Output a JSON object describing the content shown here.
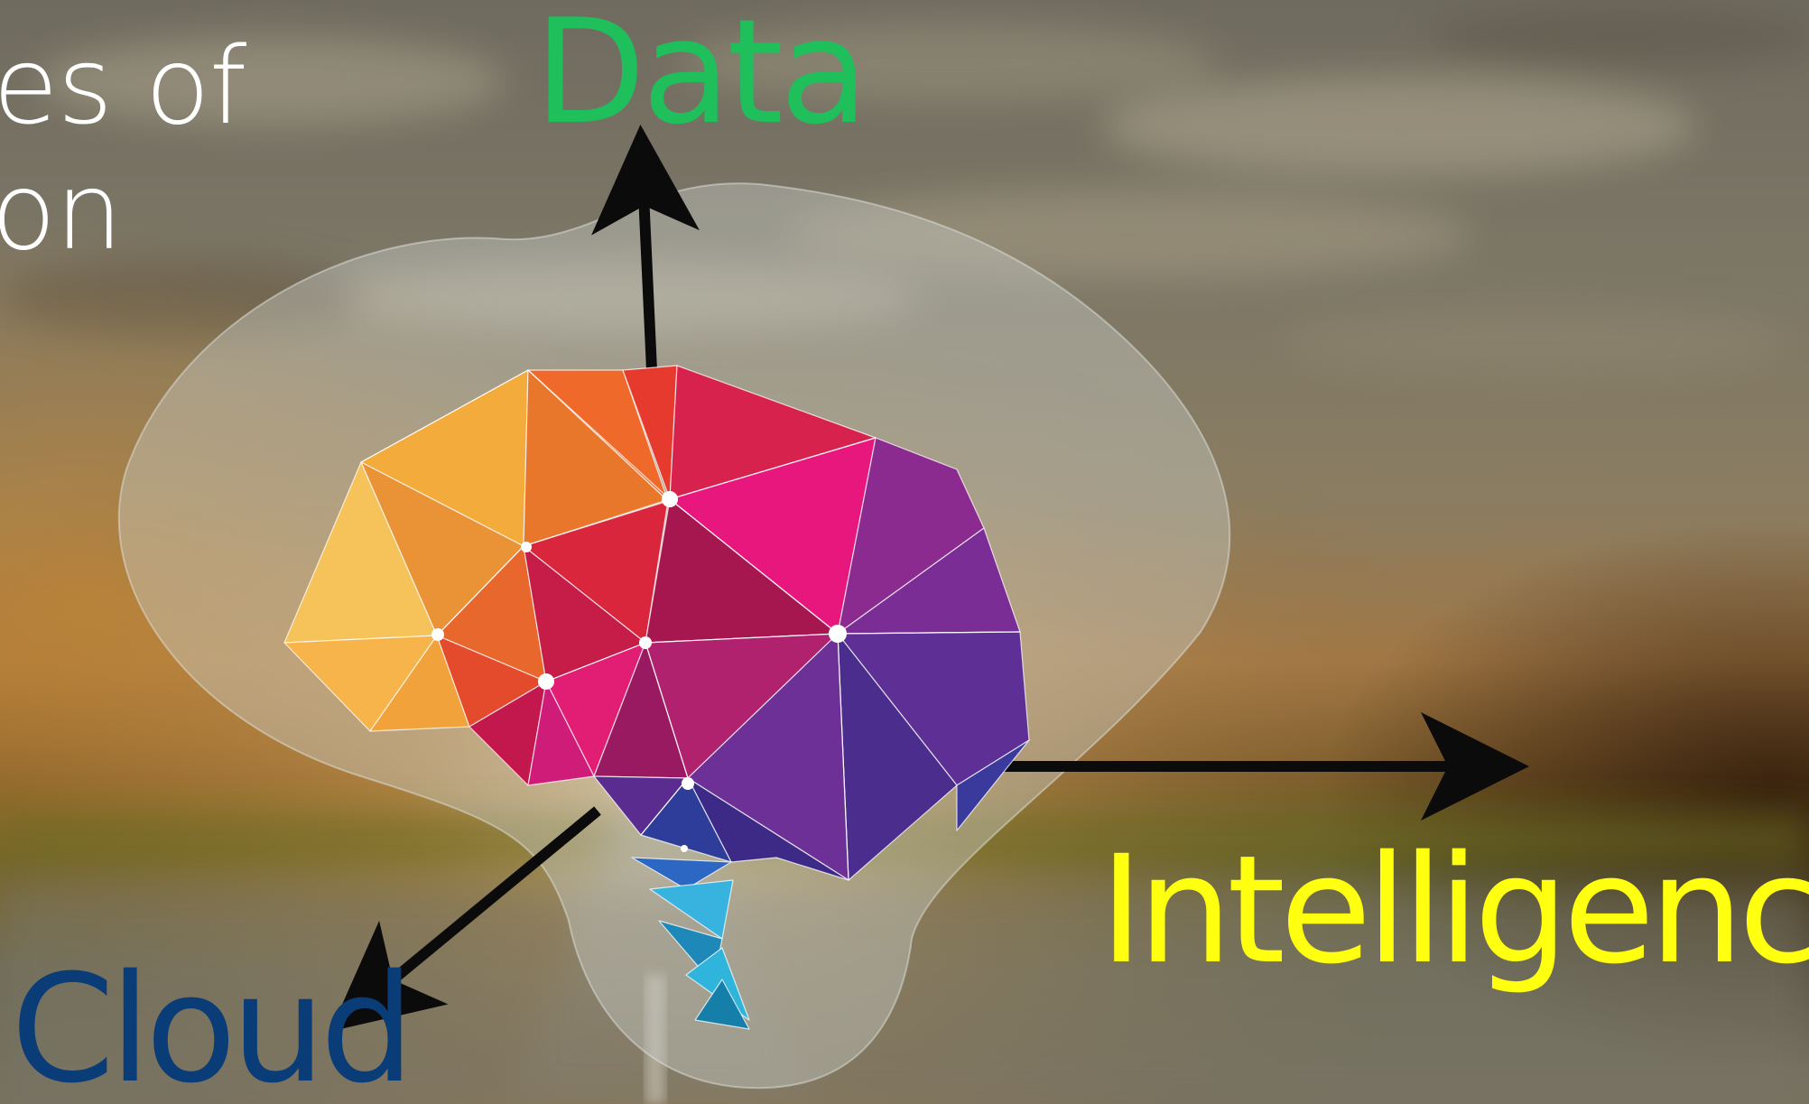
{
  "slide": {
    "title_fragment_line1": "es of",
    "title_fragment_line2": "on"
  },
  "axes": {
    "data_label": "Data",
    "intelligence_label": "Intelligence",
    "cloud_label": "Cloud"
  },
  "colors": {
    "data": "#1fbf5c",
    "intelligence": "#ffff10",
    "cloud": "#0a3d78",
    "arrow": "#0b0b0b",
    "text_fragment": "#ffffff"
  },
  "icons": {
    "illustration": "polygonal-brain-icon"
  }
}
